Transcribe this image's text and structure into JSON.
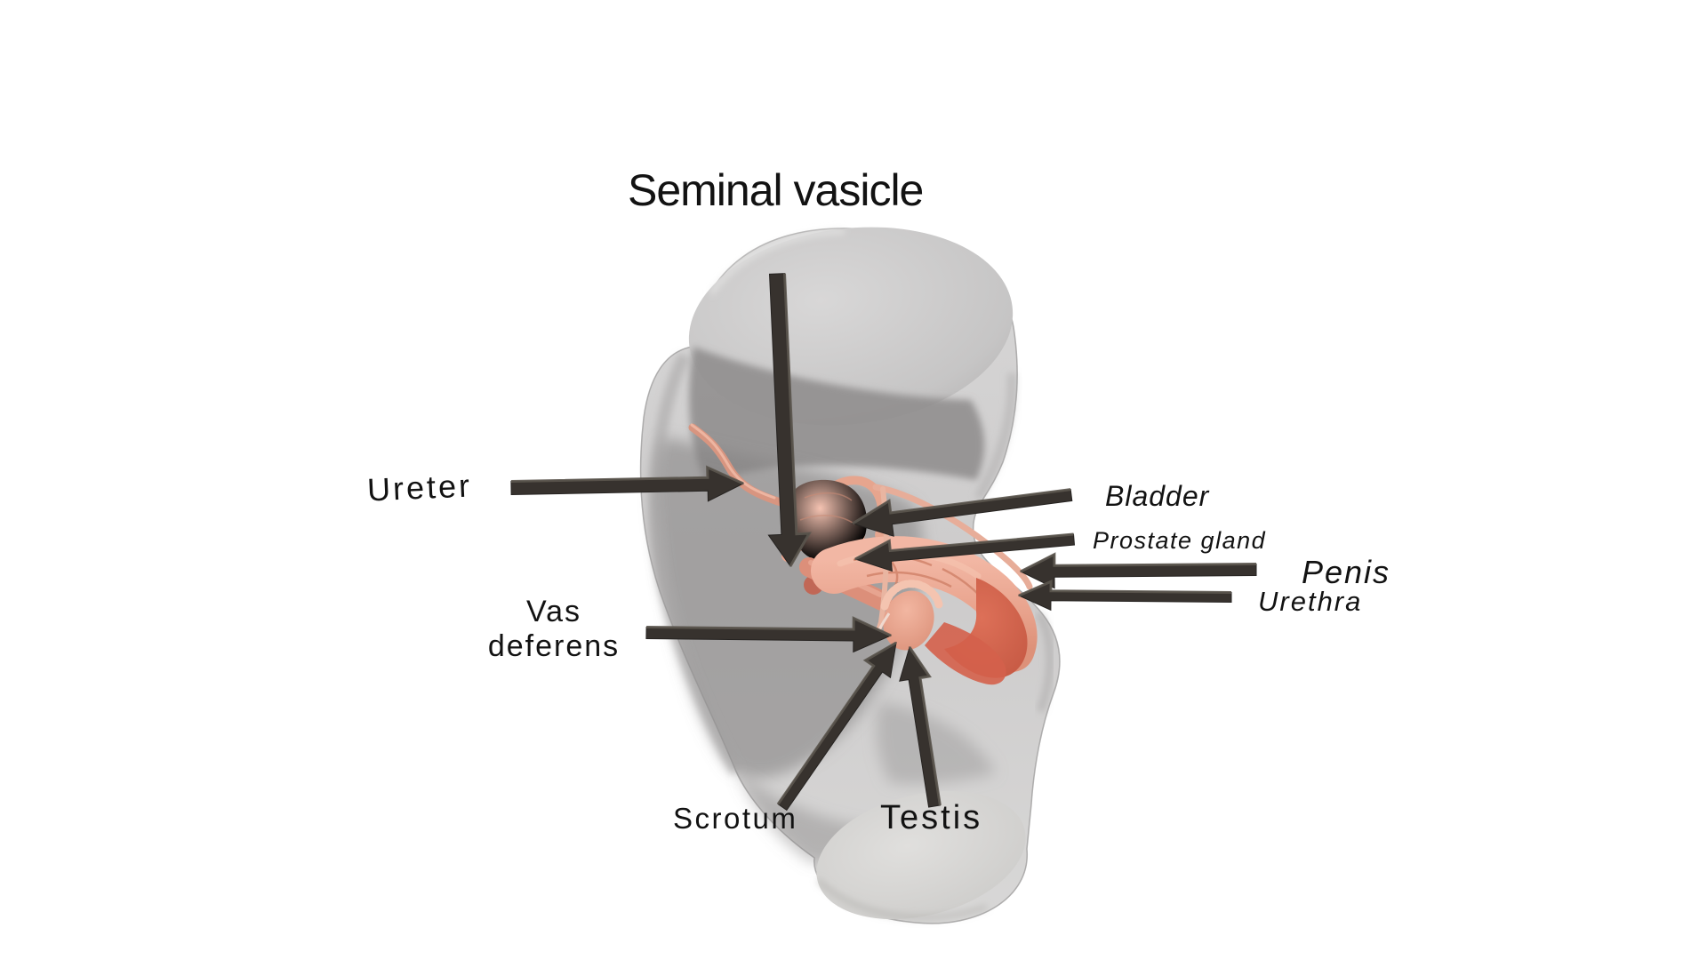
{
  "page": {
    "background_color": "#ffffff"
  },
  "labels": {
    "title": "Seminal vasicle",
    "ureter": "Ureter",
    "bladder": "Bladder",
    "prostate_gland": "Prostate gland",
    "penis": "Penis",
    "urethra": "Urethra",
    "vas_deferens": "Vas deferens",
    "scrotum": "Scrotum",
    "testis": "Testis"
  },
  "icons": {
    "pointer_arrows": [
      "seminal-vesicle-arrow",
      "ureter-arrow",
      "bladder-arrow",
      "prostate-gland-arrow",
      "penis-arrow",
      "urethra-arrow",
      "vas-deferens-arrow",
      "scrotum-arrow",
      "testis-arrow"
    ]
  },
  "colors": {
    "text": "#121212",
    "arrow": "#37322e",
    "arrow_edge": "#262321",
    "arrow_bevel": "#5c564f",
    "body_glass": "#c4c2c2",
    "body_shadow": "#8d8b8b",
    "cut_surface_top": "#cfcecd",
    "cut_surface_bottom": "#dbdad8",
    "organ_base": "#eca78f",
    "organ_highlight": "#f6c9b6",
    "organ_shadow": "#d6836c",
    "organ_red": "#d35f4a"
  }
}
